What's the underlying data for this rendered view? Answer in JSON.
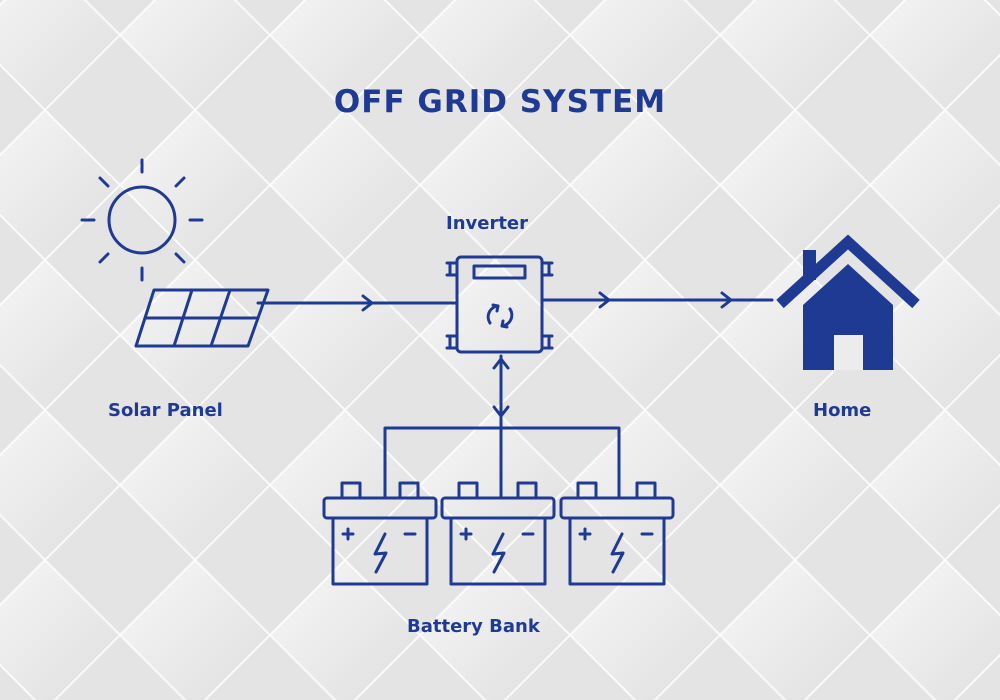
{
  "diagram": {
    "title": "OFF GRID SYSTEM",
    "components": {
      "solar_panel": "Solar Panel",
      "inverter": "Inverter",
      "home": "Home",
      "battery_bank": "Battery Bank"
    },
    "colors": {
      "primary": "#1f3a93",
      "background": "#ececec"
    }
  }
}
